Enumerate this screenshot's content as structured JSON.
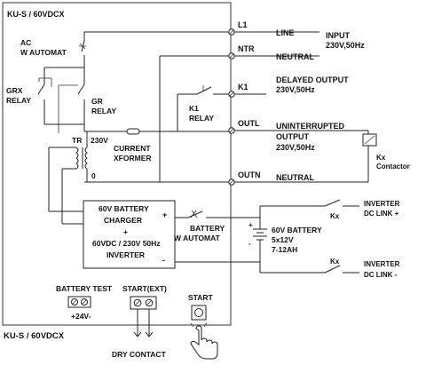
{
  "panel": {
    "header": "KU-S / 60VDCX",
    "footer": "KU-S / 60VDCX"
  },
  "terminals": {
    "l1": "L1",
    "ntr": "NTR",
    "k1": "K1",
    "outl": "OUTL",
    "outn": "OUTN"
  },
  "lines": {
    "line": "LINE",
    "neutral_in": "NEUTRAL",
    "neutral_out": "NEUTRAL",
    "input_title": "INPUT",
    "input_spec": "230V,50Hz",
    "delayed_title": "DELAYED OUTPUT",
    "delayed_spec": "230V,50Hz",
    "unint_title_1": "UNINTERRUPTED",
    "unint_title_2": "OUTPUT",
    "unint_spec": "230V,50Hz"
  },
  "components": {
    "ac_automat_1": "AC",
    "ac_automat_2": "W AUTOMAT",
    "grx_relay_1": "GRX",
    "grx_relay_2": "RELAY",
    "gr_relay_1": "GR",
    "gr_relay_2": "RELAY",
    "k1_relay_1": "K1",
    "k1_relay_2": "RELAY",
    "tr": "TR",
    "tr_230v": "230V",
    "tr_0": "0",
    "current_xformer_1": "CURRENT",
    "current_xformer_2": "XFORMER",
    "kx_contactor_1": "Kx",
    "kx_contactor_2": "Contactor"
  },
  "charger": {
    "line1": "60V BATTERY",
    "line2": "CHARGER",
    "line3": "+",
    "line4": "60VDC / 230V 50Hz",
    "line5": "INVERTER",
    "plus": "+",
    "minus": "-"
  },
  "battery": {
    "automat_1": "BATTERY",
    "automat_2": "W AUTOMAT",
    "pack_1": "60V BATTERY",
    "pack_2": "5x12V",
    "pack_3": "7-12AH",
    "plus": "+",
    "minus": "-"
  },
  "dc_link": {
    "kx_top": "Kx",
    "kx_bottom": "Kx",
    "pos_1": "INVERTER",
    "pos_2": "DC LINK +",
    "neg_1": "INVERTER",
    "neg_2": "DC LINK -"
  },
  "controls": {
    "battery_test": "BATTERY TEST",
    "battery_test_volt": "+24V-",
    "start_ext": "START(EXT)",
    "start": "START",
    "dry_contact": "DRY CONTACT"
  }
}
